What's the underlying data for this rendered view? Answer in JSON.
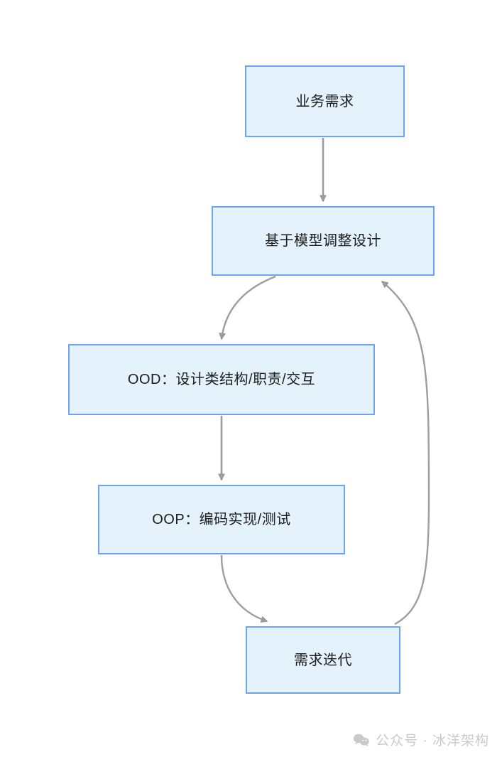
{
  "diagram": {
    "type": "flowchart",
    "orientation": "top-to-bottom",
    "background_color": "#ffffff",
    "node_fill_color": "#e4f2fc",
    "node_border_color": "#6fa3f0",
    "edge_color": "#9d9d9d",
    "text_color": "#1c1c1c",
    "nodes": [
      {
        "id": "business-requirement",
        "label": "业务需求"
      },
      {
        "id": "model-design",
        "label": "基于模型调整设计"
      },
      {
        "id": "ood",
        "label": "OOD：设计类结构/职责/交互"
      },
      {
        "id": "oop",
        "label": "OOP：编码实现/测试"
      },
      {
        "id": "requirement-iteration",
        "label": "需求迭代"
      }
    ],
    "edges": [
      {
        "from": "business-requirement",
        "to": "model-design",
        "style": "straight"
      },
      {
        "from": "model-design",
        "to": "ood",
        "style": "curved"
      },
      {
        "from": "ood",
        "to": "oop",
        "style": "straight"
      },
      {
        "from": "oop",
        "to": "requirement-iteration",
        "style": "curved"
      },
      {
        "from": "requirement-iteration",
        "to": "model-design",
        "style": "curved-feedback-loop"
      }
    ]
  },
  "footer": {
    "icon": "wechat-icon",
    "text": "公众号 · 冰洋架构"
  }
}
